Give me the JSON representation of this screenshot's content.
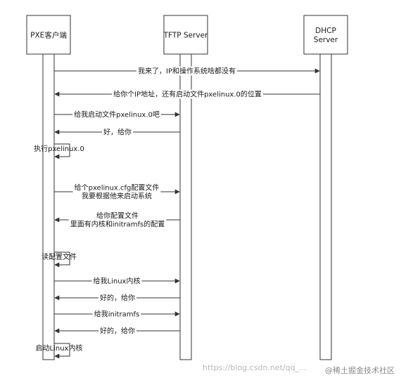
{
  "actors": [
    {
      "id": "client",
      "lines": [
        "PXE客户端"
      ]
    },
    {
      "id": "tftp",
      "lines": [
        "TFTP Server"
      ]
    },
    {
      "id": "dhcp",
      "lines": [
        "DHCP",
        "Server"
      ]
    }
  ],
  "messages": [
    {
      "from": "client",
      "to": "dhcp",
      "lines": [
        "我来了，IP和操作系统啥都没有"
      ]
    },
    {
      "from": "dhcp",
      "to": "client",
      "lines": [
        "给你个IP地址，还有启动文件pxelinux.0的位置"
      ]
    },
    {
      "from": "client",
      "to": "tftp",
      "lines": [
        "给我启动文件pxelinux.0吧"
      ]
    },
    {
      "from": "tftp",
      "to": "client",
      "lines": [
        "好，给你"
      ]
    },
    {
      "from": "client",
      "to": "client",
      "lines": [
        "执行pxelinux.0"
      ]
    },
    {
      "from": "client",
      "to": "tftp",
      "lines": [
        "给个pxelinux.cfg配置文件",
        "我要根据他来启动系统"
      ]
    },
    {
      "from": "tftp",
      "to": "client",
      "lines": [
        "给你配置文件",
        "里面有内核和initramfs的配置"
      ]
    },
    {
      "from": "client",
      "to": "client",
      "lines": [
        "读配置文件"
      ]
    },
    {
      "from": "client",
      "to": "tftp",
      "lines": [
        "给我Linux内核"
      ]
    },
    {
      "from": "tftp",
      "to": "client",
      "lines": [
        "好的，给你"
      ]
    },
    {
      "from": "client",
      "to": "tftp",
      "lines": [
        "给我initramfs"
      ]
    },
    {
      "from": "tftp",
      "to": "client",
      "lines": [
        "好的，给你"
      ]
    },
    {
      "from": "client",
      "to": "client",
      "lines": [
        "启动Linux内核"
      ]
    }
  ],
  "watermark": {
    "url": "https://blog.csdn.net/qq_...",
    "logo": "@稀土掘金技术社区"
  },
  "colors": {
    "line": "#333333",
    "text": "#1a1a1a",
    "watermark": "#b8b8b8"
  }
}
